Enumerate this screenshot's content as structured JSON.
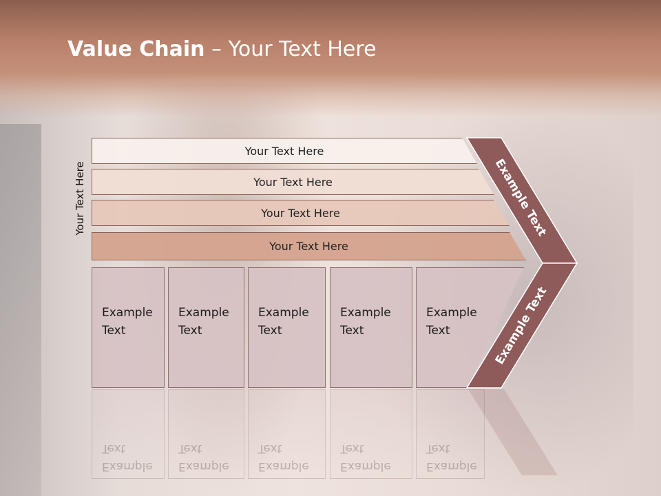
{
  "slide": {
    "title_bold": "Value Chain",
    "title_rest": " – Your Text Here",
    "side_label": "Your Text Here"
  },
  "bands": [
    {
      "label": "Your Text Here"
    },
    {
      "label": "Your Text Here"
    },
    {
      "label": "Your Text Here"
    },
    {
      "label": "Your Text Here"
    }
  ],
  "columns": [
    {
      "line1": "Example",
      "line2": "Text"
    },
    {
      "line1": "Example",
      "line2": "Text"
    },
    {
      "line1": "Example",
      "line2": "Text"
    },
    {
      "line1": "Example",
      "line2": "Text"
    },
    {
      "line1": "Example",
      "line2": "Text"
    }
  ],
  "chevron": {
    "upper_label": "Example Text",
    "lower_label": "Example Text"
  },
  "colors": {
    "header": "#b9806a",
    "chevron": "#8f5a5a",
    "column_fill": "#d6c2c4"
  }
}
